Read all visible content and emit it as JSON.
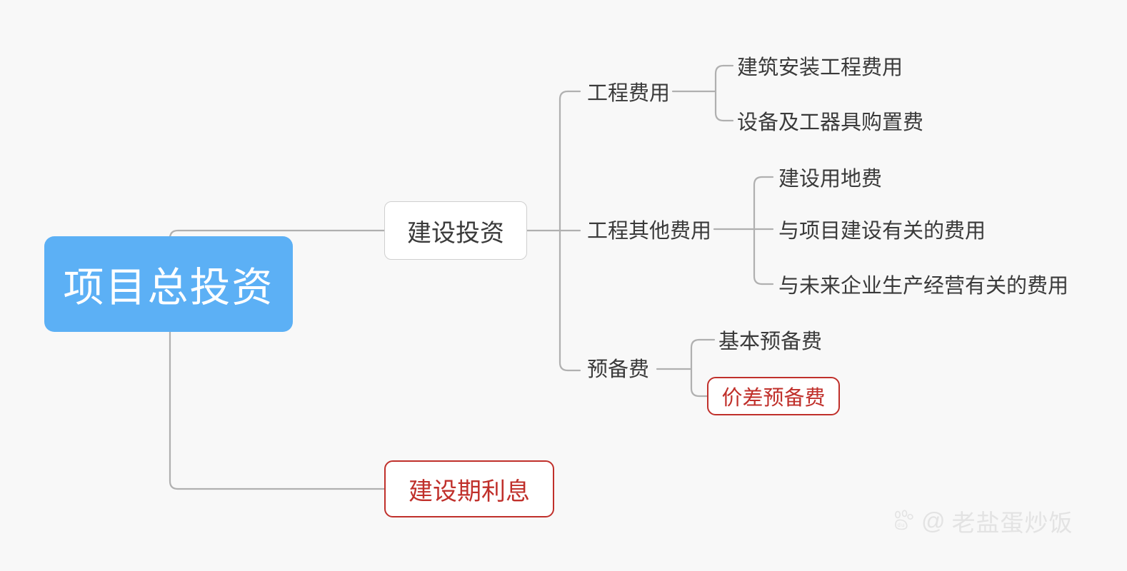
{
  "diagram": {
    "type": "mindmap",
    "title": "项目总投资",
    "background_color": "#f8f8f8",
    "accent_color": "#5cb0f5",
    "highlight_color": "#c0302b",
    "line_color": "#b0b0b0",
    "text_color": "#3a3a3a",
    "root": {
      "label": "项目总投资",
      "style": "filled-blue"
    },
    "branches": [
      {
        "label": "建设投资",
        "style": "boxed-white",
        "children": [
          {
            "label": "工程费用",
            "style": "plain",
            "children": [
              {
                "label": "建筑安装工程费用",
                "style": "plain"
              },
              {
                "label": "设备及工器具购置费",
                "style": "plain"
              }
            ]
          },
          {
            "label": "工程其他费用",
            "style": "plain",
            "children": [
              {
                "label": "建设用地费",
                "style": "plain"
              },
              {
                "label": "与项目建设有关的费用",
                "style": "plain"
              },
              {
                "label": "与未来企业生产经营有关的费用",
                "style": "plain"
              }
            ]
          },
          {
            "label": "预备费",
            "style": "plain",
            "children": [
              {
                "label": "基本预备费",
                "style": "plain"
              },
              {
                "label": "价差预备费",
                "style": "boxed-red"
              }
            ]
          }
        ]
      },
      {
        "label": "建设期利息",
        "style": "boxed-red",
        "children": []
      }
    ]
  },
  "watermark": {
    "logo": "baidu-paw-icon",
    "at_symbol": "@",
    "username": "老盐蛋炒饭"
  }
}
